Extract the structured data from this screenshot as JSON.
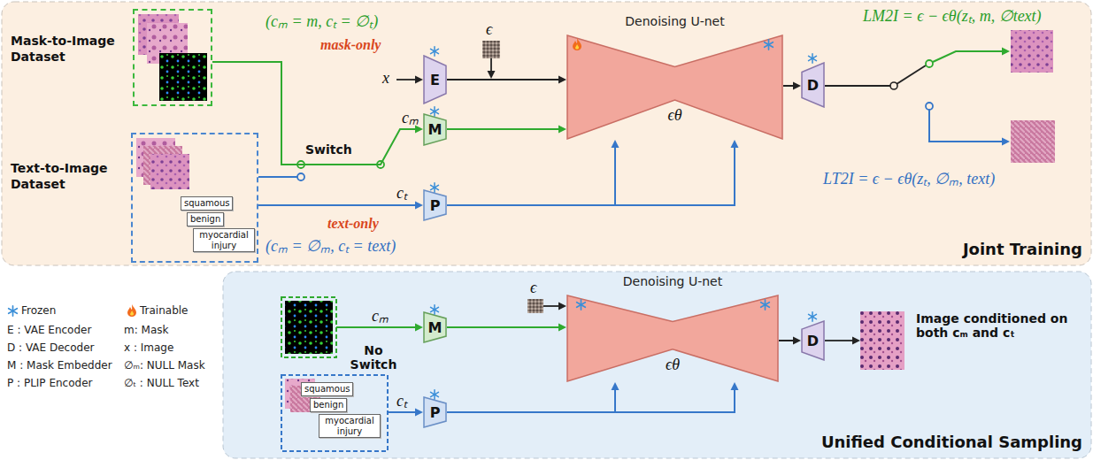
{
  "diagram": {
    "nodes": [
      {
        "text": [
          "Joint Training"
        ]
      },
      {
        "text": [
          "Mask-to-Image Dataset"
        ],
        "in": 0
      },
      {
        "text": [
          "Text-to-Image Dataset"
        ],
        "in": 0
      },
      {
        "text": [
          "squamous"
        ],
        "in": 2
      },
      {
        "text": [
          "benign"
        ],
        "in": 2
      },
      {
        "text": [
          "myocardial injury"
        ],
        "in": 2
      },
      {
        "text": [
          "E"
        ],
        "in": 0
      },
      {
        "text": [
          "M"
        ],
        "in": 0
      },
      {
        "text": [
          "P"
        ],
        "in": 0
      },
      {
        "text": [
          "Denoising U-net",
          "ϵθ"
        ],
        "in": 0
      },
      {
        "text": [
          "D"
        ],
        "in": 0
      },
      {
        "text": [
          "Unified Conditional Sampling"
        ]
      },
      {
        "text": [
          "squamous"
        ],
        "in": 11
      },
      {
        "text": [
          "benign"
        ],
        "in": 11
      },
      {
        "text": [
          "myocardial injury"
        ],
        "in": 11
      },
      {
        "text": [
          "M"
        ],
        "in": 11
      },
      {
        "text": [
          "P"
        ],
        "in": 11
      },
      {
        "text": [
          "Denoising U-net",
          "ϵθ"
        ],
        "in": 11
      },
      {
        "text": [
          "D"
        ],
        "in": 11
      }
    ],
    "edges": [
      {
        "from": 1,
        "to": 7,
        "arrow": "to",
        "label": "cₘ"
      },
      {
        "from": 2,
        "to": 8,
        "arrow": "to",
        "label": "cₜ"
      },
      {
        "from": 6,
        "to": 9,
        "arrow": "to"
      },
      {
        "from": 7,
        "to": 9,
        "arrow": "to"
      },
      {
        "from": 8,
        "to": 9,
        "arrow": "to"
      },
      {
        "from": 8,
        "to": 9,
        "arrow": "to"
      },
      {
        "from": 9,
        "to": 10,
        "arrow": "to"
      },
      {
        "from": 15,
        "to": 17,
        "arrow": "to"
      },
      {
        "from": 16,
        "to": 17,
        "arrow": "to"
      },
      {
        "from": 16,
        "to": 17,
        "arrow": "to"
      },
      {
        "from": 17,
        "to": 18,
        "arrow": "to"
      }
    ],
    "labels": [
      "(cₘ = m, cₜ = ∅ₜ)",
      "mask-only",
      "Switch",
      "text-only",
      "(cₘ = ∅ₘ, cₜ = text)",
      "x",
      "ϵ",
      "LM2I = ϵ − ϵθ(zₜ, m, ∅text)",
      "LT2I = ϵ − ϵθ(zₜ, ∅ₘ, text)",
      "No Switch",
      "cₘ",
      "cₜ",
      "ϵ",
      "Image conditioned on both cₘ and cₜ"
    ],
    "legend": [
      {
        "text": "Frozen"
      },
      {
        "text": "Trainable"
      },
      {
        "text": "E : VAE Encoder"
      },
      {
        "text": "D : VAE Decoder"
      },
      {
        "text": "M : Mask Embedder"
      },
      {
        "text": "P : PLIP Encoder"
      },
      {
        "text": "m: Mask"
      },
      {
        "text": "x : Image"
      },
      {
        "text": "∅ₘ: NULL Mask"
      },
      {
        "text": "∅ₜ : NULL Text"
      }
    ]
  }
}
